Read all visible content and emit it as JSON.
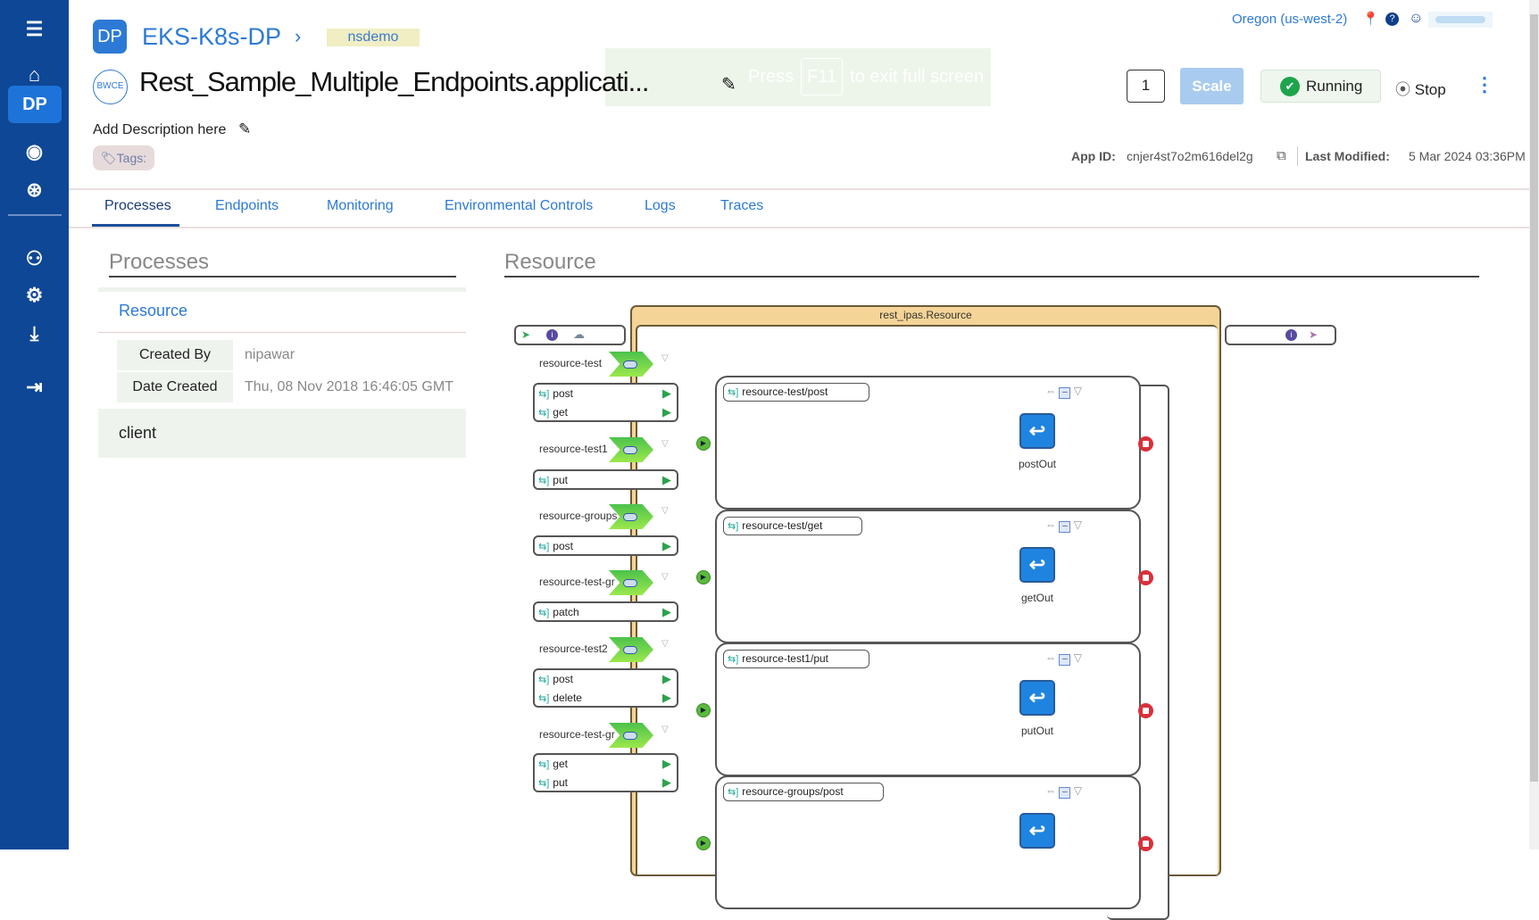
{
  "sidebar": {
    "items": [
      {
        "name": "menu-icon",
        "glyph": "☰"
      },
      {
        "name": "home-icon",
        "glyph": "⌂"
      },
      {
        "name": "dp-nav",
        "glyph": "DP"
      },
      {
        "name": "eye-icon",
        "glyph": "◉"
      },
      {
        "name": "globe-icon",
        "glyph": "⊛"
      },
      {
        "name": "users-icon",
        "glyph": "⚇"
      },
      {
        "name": "gear-icon",
        "glyph": "⚙"
      },
      {
        "name": "download-icon",
        "glyph": "⤓"
      },
      {
        "name": "logout-icon",
        "glyph": "⇥"
      }
    ]
  },
  "header": {
    "logo": "DP",
    "dataplane": "EKS-K8s-DP",
    "chevron": "›",
    "namespace": "nsdemo",
    "app_badge": "BWCE",
    "app_title": "Rest_Sample_Multiple_Endpoints.applicati...",
    "fullscreen_hint": {
      "before": "Press",
      "key": "F11",
      "after": "to exit full screen"
    },
    "description": "Add Description here",
    "tags": "Tags:",
    "region": "Oregon (us-west-2)",
    "instances": "1",
    "scale": "Scale",
    "status": "Running",
    "stop": "Stop",
    "app_id_label": "App ID:",
    "app_id": "cnjer4st7o2m616del2g",
    "last_modified_label": "Last Modified:",
    "last_modified": "5 Mar 2024 03:36PM"
  },
  "tabs": [
    "Processes",
    "Endpoints",
    "Monitoring",
    "Environmental Controls",
    "Logs",
    "Traces"
  ],
  "processes": {
    "heading": "Processes",
    "resource": "Resource",
    "created_by_label": "Created By",
    "created_by": "nipawar",
    "date_created_label": "Date Created",
    "date_created": "Thu, 08 Nov 2018 16:46:05 GMT",
    "client": "client"
  },
  "diagram": {
    "heading": "Resource",
    "container_title": "rest_ipas.Resource",
    "resources": [
      {
        "name": "resource-test",
        "ops": [
          "post",
          "get"
        ]
      },
      {
        "name": "resource-test1",
        "ops": [
          "put"
        ]
      },
      {
        "name": "resource-groups",
        "ops": [
          "post"
        ]
      },
      {
        "name": "resource-test-gr",
        "ops": [
          "patch"
        ]
      },
      {
        "name": "resource-test2",
        "ops": [
          "post",
          "delete"
        ]
      },
      {
        "name": "resource-test-gr",
        "ops": [
          "get",
          "put"
        ]
      }
    ],
    "flows": [
      {
        "label": "resource-test/post",
        "reply": "postOut"
      },
      {
        "label": "resource-test/get",
        "reply": "getOut"
      },
      {
        "label": "resource-test1/put",
        "reply": "putOut"
      },
      {
        "label": "resource-groups/post",
        "reply": ""
      }
    ]
  },
  "colors": {
    "sidebar": "#0d4796",
    "accent": "#2d7ad6",
    "running": "#1ea44d"
  }
}
